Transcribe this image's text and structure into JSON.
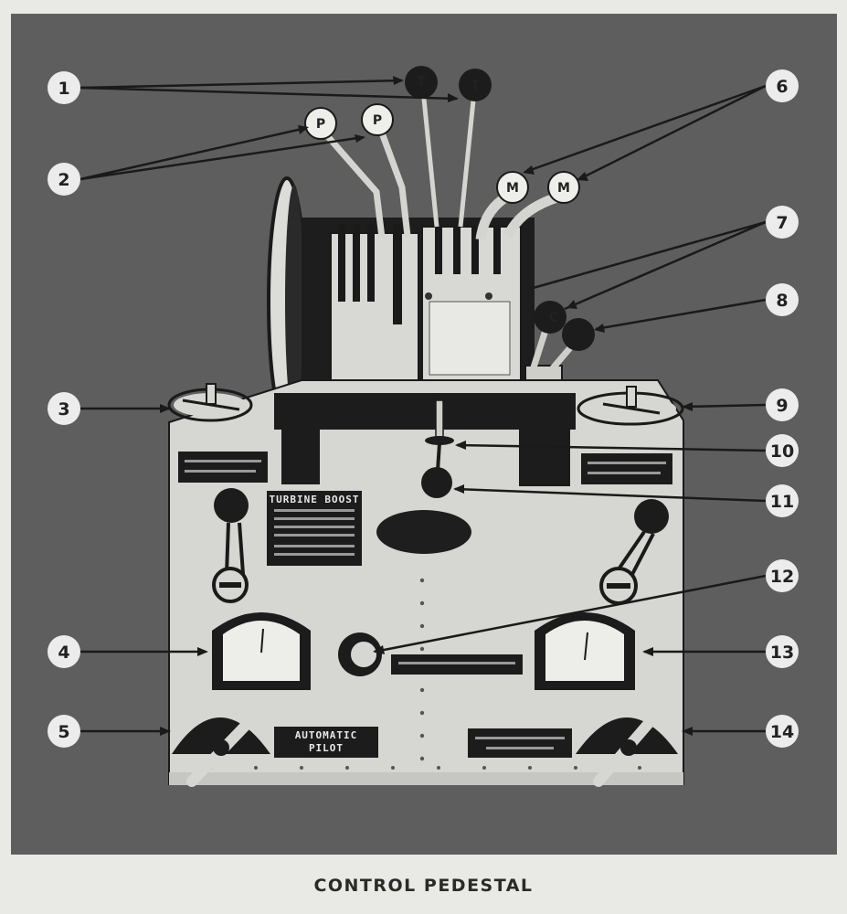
{
  "caption": "CONTROL PEDESTAL",
  "knob_letters": {
    "throttle": "T",
    "propeller": "P",
    "mixture": "M",
    "carb": "C"
  },
  "placards": {
    "turbine_plate_heading": "TURBINE BOOST",
    "autopilot_left_line1": "AUTOMATIC",
    "autopilot_left_line2": "PILOT"
  },
  "callouts": [
    "1",
    "2",
    "3",
    "4",
    "5",
    "6",
    "7",
    "8",
    "9",
    "10",
    "11",
    "12",
    "13",
    "14"
  ],
  "colors": {
    "background": "#5e5e5e",
    "panel": "#d4d4d0",
    "dark": "#1f1f1f",
    "callout_fill": "#ececec"
  }
}
